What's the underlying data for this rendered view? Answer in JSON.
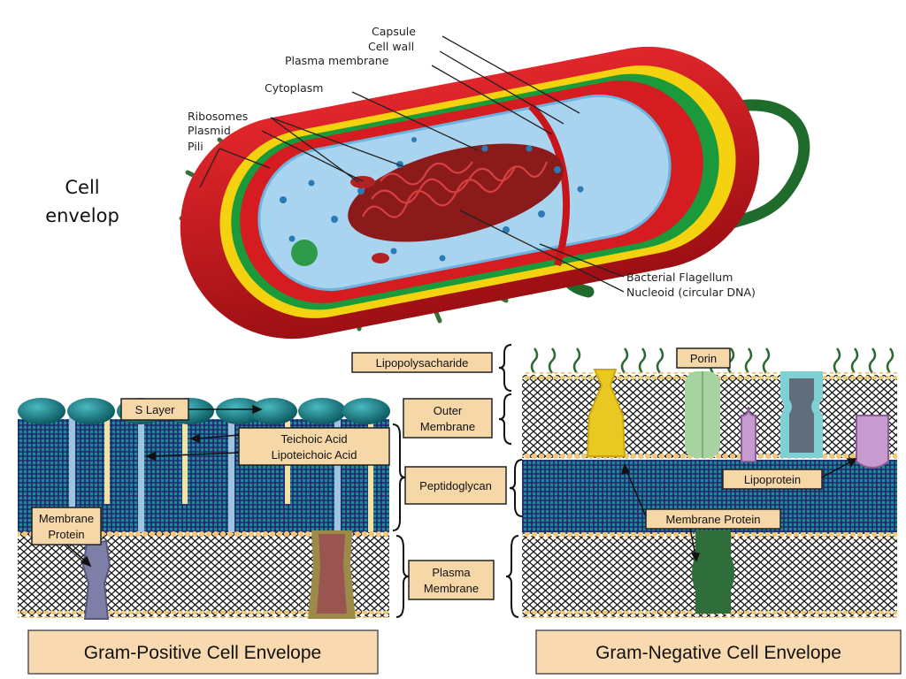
{
  "caption": {
    "line1": "Cell",
    "line2": "envelop"
  },
  "cell_labels": {
    "capsule": "Capsule",
    "cell_wall": "Cell wall",
    "plasma_membrane": "Plasma membrane",
    "cytoplasm": "Cytoplasm",
    "ribosomes": "Ribosomes",
    "plasmid": "Plasmid",
    "pili": "Pili",
    "flagellum": "Bacterial Flagellum",
    "nucleoid": "Nucleoid (circular DNA)"
  },
  "envelope_labels": {
    "lps": "Lipopolysacharide",
    "outer_1": "Outer",
    "outer_2": "Membrane",
    "pg": "Peptidoglycan",
    "plasma_1": "Plasma",
    "plasma_2": "Membrane",
    "s_layer": "S Layer",
    "teichoic_1": "Teichoic Acid",
    "teichoic_2": "Lipoteichoic Acid",
    "memprot_1": "Membrane",
    "memprot_2": "Protein",
    "porin": "Porin",
    "lipoprotein": "Lipoprotein",
    "neg_memprot": "Membrane Protein"
  },
  "titles": {
    "positive": "Gram-Positive Cell Envelope",
    "negative": "Gram-Negative Cell Envelope"
  },
  "colors": {
    "capsule": "#c8151b",
    "cell_wall_yellow": "#f5d20f",
    "plasma_green": "#1a9a3a",
    "cytoplasm": "#a9d4ef",
    "nucleoid": "#8b1a1a",
    "peptidoglycan": "#1a8c94",
    "grid_line": "#24236e",
    "lipid_head": "#f0c878",
    "title_box": "#f9d9b0",
    "label_box": "#f6d7a8"
  }
}
